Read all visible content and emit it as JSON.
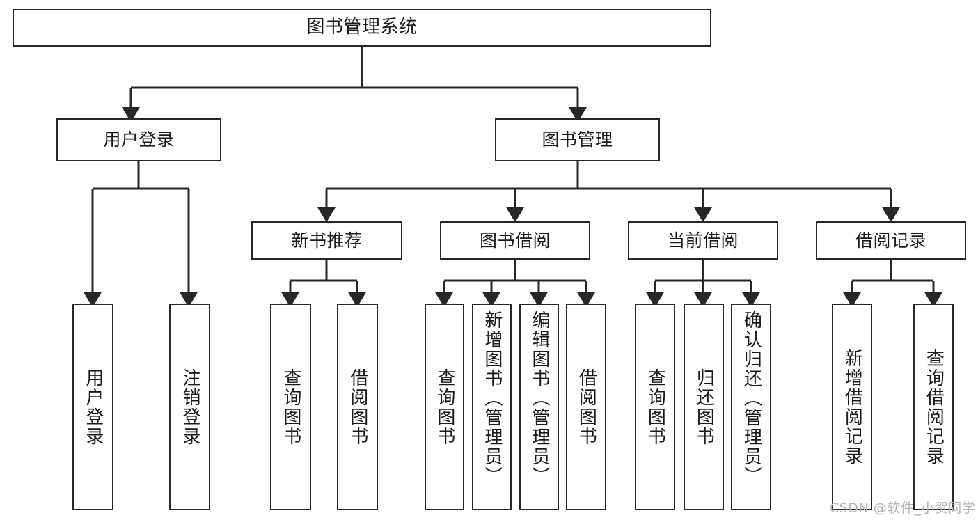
{
  "diagram": {
    "type": "tree-hierarchy-chart",
    "title": "图书管理系统",
    "nodes": {
      "root": {
        "label": "图书管理系统"
      },
      "level2": [
        {
          "id": "user-login",
          "label": "用户登录"
        },
        {
          "id": "book-management",
          "label": "图书管理"
        }
      ],
      "level3": [
        {
          "id": "new-book-recommend",
          "label": "新书推荐"
        },
        {
          "id": "book-borrow",
          "label": "图书借阅"
        },
        {
          "id": "current-borrow",
          "label": "当前借阅"
        },
        {
          "id": "borrow-record",
          "label": "借阅记录"
        }
      ],
      "leaves": {
        "user_login": [
          {
            "id": "leaf-user-login",
            "label": "用户登录"
          },
          {
            "id": "leaf-logout-login",
            "label": "注销登录"
          }
        ],
        "new_book_recommend": [
          {
            "id": "leaf-query-book-1",
            "label": "查询图书"
          },
          {
            "id": "leaf-borrow-book-1",
            "label": "借阅图书"
          }
        ],
        "book_borrow": [
          {
            "id": "leaf-query-book-2",
            "label": "查询图书"
          },
          {
            "id": "leaf-add-book",
            "label": "新增图书（管理员）"
          },
          {
            "id": "leaf-edit-book",
            "label": "编辑图书（管理员）"
          },
          {
            "id": "leaf-borrow-book-2",
            "label": "借阅图书"
          }
        ],
        "current_borrow": [
          {
            "id": "leaf-query-book-3",
            "label": "查询图书"
          },
          {
            "id": "leaf-return-book",
            "label": "归还图书"
          },
          {
            "id": "leaf-confirm-return",
            "label": "确认归还（管理员）"
          }
        ],
        "borrow_record": [
          {
            "id": "leaf-add-record",
            "label": "新增借阅记录"
          },
          {
            "id": "leaf-query-record",
            "label": "查询借阅记录"
          }
        ]
      }
    },
    "colors": {
      "stroke": "#272727",
      "fill": "#ffffff",
      "text": "#1a1a1a",
      "watermark": "#b4b4b4"
    }
  },
  "watermark": {
    "text": "CSDN @软件_小贺同学"
  }
}
